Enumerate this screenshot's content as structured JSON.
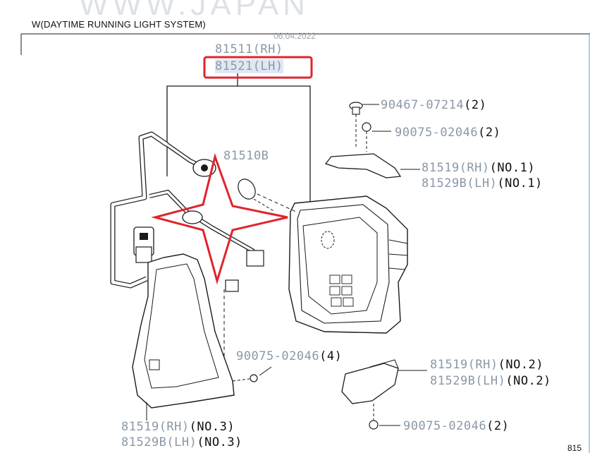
{
  "header": {
    "watermark": "WWW.JAPAN",
    "section_title": "W(DAYTIME RUNNING LIGHT SYSTEM)",
    "date": "06.04.2022",
    "corner_ref": "815"
  },
  "colors": {
    "line": "#1a1a1a",
    "label": "#7d8a99",
    "highlight": "#e0242c",
    "part_fill": "#ffffff"
  },
  "callouts": {
    "p81511": {
      "number": "81511",
      "qualifier": "(RH)"
    },
    "p81521": {
      "number": "81521",
      "qualifier": "(LH)"
    },
    "p81510b": {
      "number": "81510B",
      "qualifier": ""
    },
    "p90467": {
      "number": "90467-07214",
      "qualifier": "(2)"
    },
    "p90075_top": {
      "number": "90075-02046",
      "qualifier": "(2)"
    },
    "p81519_no1": {
      "number": "81519",
      "qualifier": "(RH)",
      "suffix": "(NO.1)"
    },
    "p81529b_no1": {
      "number": "81529B",
      "qualifier": "(LH)",
      "suffix": "(NO.1)"
    },
    "p90075_mid": {
      "number": "90075-02046",
      "qualifier": "(4)"
    },
    "p81519_no2": {
      "number": "81519",
      "qualifier": "(RH)",
      "suffix": "(NO.2)"
    },
    "p81529b_no2": {
      "number": "81529B",
      "qualifier": "(LH)",
      "suffix": "(NO.2)"
    },
    "p81519_no3": {
      "number": "81519",
      "qualifier": "(RH)",
      "suffix": "(NO.3)"
    },
    "p81529b_no3": {
      "number": "81529B",
      "qualifier": "(LH)",
      "suffix": "(NO.3)"
    },
    "p90075_bot": {
      "number": "90075-02046",
      "qualifier": "(2)"
    }
  }
}
